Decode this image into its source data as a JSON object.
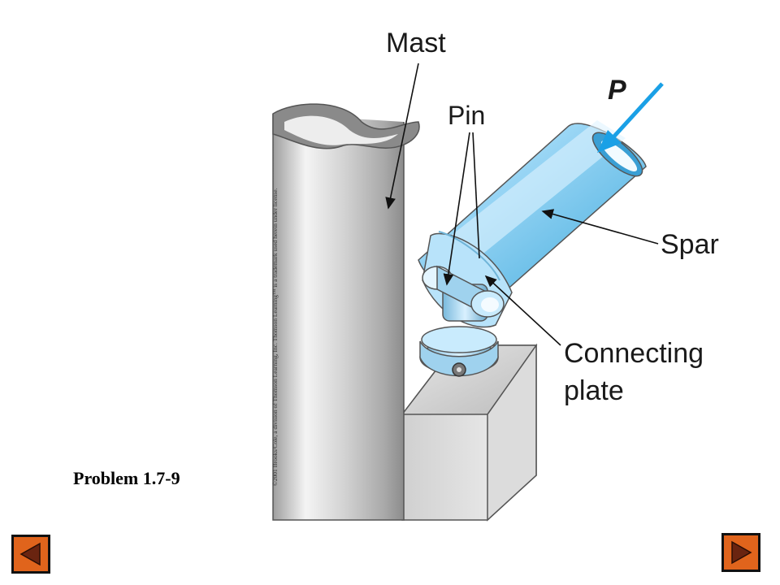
{
  "labels": {
    "mast": "Mast",
    "pin": "Pin",
    "force": "P",
    "spar": "Spar",
    "connecting_plate_line1": "Connecting",
    "connecting_plate_line2": "plate"
  },
  "copyright": "©2001 Brooks/Cole, a division of Thomson Learning, Inc. Thomson Learning™ is a trademark used herein under license.",
  "problem_title": "Problem 1.7-9",
  "nav": {
    "prev_icon": "triangle-left-icon",
    "next_icon": "triangle-right-icon",
    "button_color": "#e0641c",
    "arrow_color": "#6a2410"
  },
  "colors": {
    "force_arrow": "#1aa0e6",
    "spar": "#8fd0f0",
    "mast": "#cfcfcf"
  }
}
